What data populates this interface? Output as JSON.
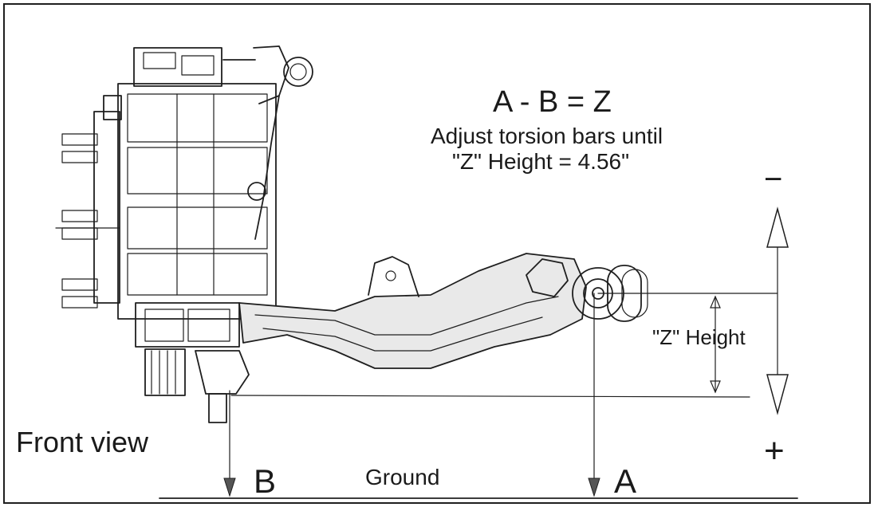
{
  "formula": "A - B = Z",
  "instruction_line1": "Adjust torsion bars until",
  "instruction_line2": "\"Z\" Height = 4.56\"",
  "z_height_label": "\"Z\" Height",
  "view_label": "Front view",
  "ground_label": "Ground",
  "point_a_label": "A",
  "point_b_label": "B",
  "minus_sign": "−",
  "plus_sign": "+",
  "icons": {
    "knuckle": "wheel-hub-assembly-icon",
    "control_arm": "lower-control-arm-icon",
    "pivot": "pivot-bushing-icon"
  }
}
